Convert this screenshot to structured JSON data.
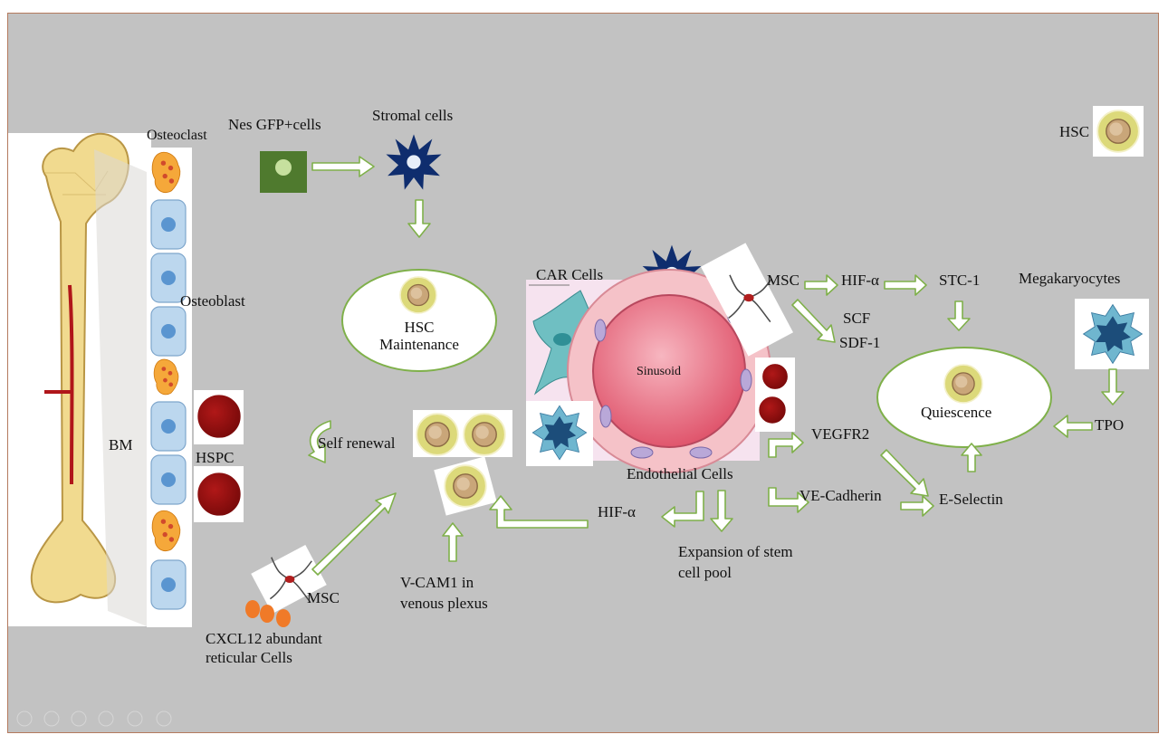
{
  "colors": {
    "background": "#c2c2c2",
    "border": "#b47a5e",
    "arrow_fill": "#ffffff",
    "arrow_stroke": "#7fb04a",
    "bone": "#f1da8f",
    "osteoclast": "#f5a83a",
    "osteoblast": "#bcd7ee",
    "hspc": "#8a1010",
    "stromal_star": "#0f2d6e",
    "nes_square": "#4f7a2e",
    "car_cell": "#6fbfc2",
    "sinusoid": "#e8657a",
    "endothelium": "#f5c2c8",
    "megakaryocyte": "#1e5f85",
    "cxcl12": "#f07a28",
    "hsc_outer": "#dcd97a",
    "hsc_inner": "#c9a679"
  },
  "labels": {
    "osteoclast": "Osteoclast",
    "osteoblast": "Osteoblast",
    "bm": "BM",
    "hspc": "HSPC",
    "nes_gfp": "Nes GFP+cells",
    "stromal": "Stromal cells",
    "hsc_maintenance": "HSC Maintenance",
    "car_cells": "CAR Cells",
    "sinusoid": "Sinusoid",
    "endothelial": "Endothelial Cells",
    "msc_top": "MSC",
    "hif_top": "HIF-α",
    "stc1": "STC-1",
    "scf": "SCF",
    "sdf1": "SDF-1",
    "hsc_legend": "HSC",
    "megakaryocytes": "Megakaryocytes",
    "quiescence": "Quiescence",
    "tpo": "TPO",
    "vegfr2": "VEGFR2",
    "ve_cadherin": "VE-Cadherin",
    "e_selectin": "E-Selectin",
    "self_renewal": "Self renewal",
    "hif_bottom": "HIF-α",
    "expansion": "Expansion of stem cell pool",
    "vcam1": "V-CAM1 in venous plexus",
    "msc_bottom": "MSC",
    "cxcl12": "CXCL12 abundant reticular Cells"
  },
  "icons": [
    "bone-icon",
    "osteoclast-icon",
    "osteoblast-icon",
    "hspc-icon",
    "nes-gfp-cell-icon",
    "stromal-cell-icon",
    "hsc-icon",
    "car-cell-icon",
    "sinusoid-icon",
    "msc-icon",
    "megakaryocyte-icon",
    "cxcl12-cell-icon",
    "rbc-icon",
    "arrow-icon",
    "slide-control-icon"
  ]
}
